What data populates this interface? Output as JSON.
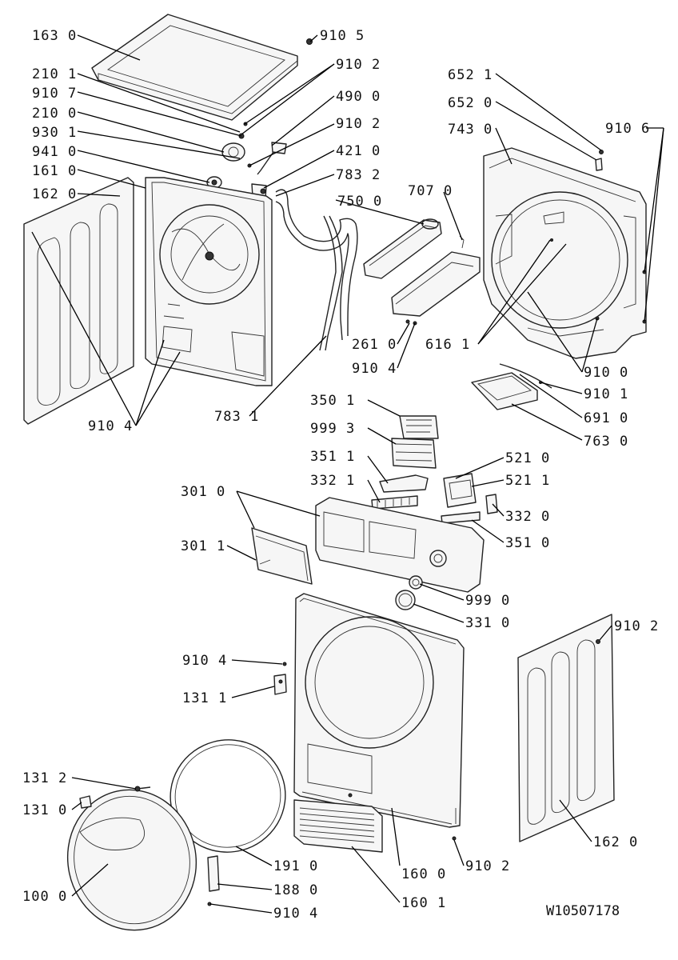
{
  "diagram": {
    "labels": [
      {
        "id": "l1",
        "text": "163 0"
      },
      {
        "id": "l2",
        "text": "210 1"
      },
      {
        "id": "l3",
        "text": "910 7"
      },
      {
        "id": "l4",
        "text": "210 0"
      },
      {
        "id": "l5",
        "text": "930 1"
      },
      {
        "id": "l6",
        "text": "941 0"
      },
      {
        "id": "l7",
        "text": "161 0"
      },
      {
        "id": "l8",
        "text": "162 0"
      },
      {
        "id": "l9",
        "text": "910 5"
      },
      {
        "id": "l10",
        "text": "910 2"
      },
      {
        "id": "l11",
        "text": "490 0"
      },
      {
        "id": "l12",
        "text": "910 2"
      },
      {
        "id": "l13",
        "text": "421 0"
      },
      {
        "id": "l14",
        "text": "783 2"
      },
      {
        "id": "l15",
        "text": "750 0"
      },
      {
        "id": "l16",
        "text": "707 0"
      },
      {
        "id": "l17",
        "text": "652 1"
      },
      {
        "id": "l18",
        "text": "652 0"
      },
      {
        "id": "l19",
        "text": "743 0"
      },
      {
        "id": "l20",
        "text": "910 6"
      },
      {
        "id": "l21",
        "text": "261 0"
      },
      {
        "id": "l22",
        "text": "910 4"
      },
      {
        "id": "l23",
        "text": "616 1"
      },
      {
        "id": "l24",
        "text": "910 0"
      },
      {
        "id": "l25",
        "text": "910 1"
      },
      {
        "id": "l26",
        "text": "691 0"
      },
      {
        "id": "l27",
        "text": "763 0"
      },
      {
        "id": "l28",
        "text": "910 4"
      },
      {
        "id": "l29",
        "text": "783 1"
      },
      {
        "id": "l30",
        "text": "350 1"
      },
      {
        "id": "l31",
        "text": "999 3"
      },
      {
        "id": "l32",
        "text": "351 1"
      },
      {
        "id": "l33",
        "text": "332 1"
      },
      {
        "id": "l34",
        "text": "521 0"
      },
      {
        "id": "l35",
        "text": "521 1"
      },
      {
        "id": "l36",
        "text": "332 0"
      },
      {
        "id": "l37",
        "text": "301 0"
      },
      {
        "id": "l38",
        "text": "351 0"
      },
      {
        "id": "l39",
        "text": "301 1"
      },
      {
        "id": "l40",
        "text": "999 0"
      },
      {
        "id": "l41",
        "text": "331 0"
      },
      {
        "id": "l42",
        "text": "910 4"
      },
      {
        "id": "l43",
        "text": "131 1"
      },
      {
        "id": "l44",
        "text": "910 2"
      },
      {
        "id": "l45",
        "text": "131 2"
      },
      {
        "id": "l46",
        "text": "131 0"
      },
      {
        "id": "l47",
        "text": "191 0"
      },
      {
        "id": "l48",
        "text": "160 0"
      },
      {
        "id": "l49",
        "text": "910 2"
      },
      {
        "id": "l50",
        "text": "188 0"
      },
      {
        "id": "l51",
        "text": "160 1"
      },
      {
        "id": "l52",
        "text": "162 0"
      },
      {
        "id": "l53",
        "text": "100 0"
      },
      {
        "id": "l54",
        "text": "910 4"
      }
    ],
    "drawing_code": "W10507178"
  }
}
